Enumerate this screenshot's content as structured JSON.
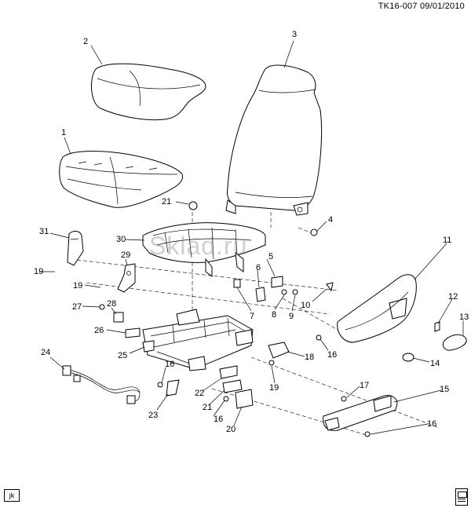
{
  "header": {
    "code": "TK16-007",
    "date": "09/01/2010"
  },
  "watermark": "Sklad.ru",
  "footer": {
    "left_tag": "jk"
  },
  "callouts": [
    {
      "id": "c1",
      "text": "1"
    },
    {
      "id": "c2",
      "text": "2"
    },
    {
      "id": "c3",
      "text": "3"
    },
    {
      "id": "c4",
      "text": "4"
    },
    {
      "id": "c5",
      "text": "5"
    },
    {
      "id": "c6",
      "text": "6"
    },
    {
      "id": "c7",
      "text": "7"
    },
    {
      "id": "c8",
      "text": "8"
    },
    {
      "id": "c9",
      "text": "9"
    },
    {
      "id": "c10",
      "text": "10"
    },
    {
      "id": "c11",
      "text": "11"
    },
    {
      "id": "c12",
      "text": "12"
    },
    {
      "id": "c13",
      "text": "13"
    },
    {
      "id": "c14",
      "text": "14"
    },
    {
      "id": "c15",
      "text": "15"
    },
    {
      "id": "c16a",
      "text": "16"
    },
    {
      "id": "c16b",
      "text": "16"
    },
    {
      "id": "c16c",
      "text": "16"
    },
    {
      "id": "c16d",
      "text": "16"
    },
    {
      "id": "c17",
      "text": "17"
    },
    {
      "id": "c18",
      "text": "18"
    },
    {
      "id": "c19a",
      "text": "19"
    },
    {
      "id": "c19b",
      "text": "19"
    },
    {
      "id": "c19c",
      "text": "19"
    },
    {
      "id": "c20",
      "text": "20"
    },
    {
      "id": "c21a",
      "text": "21"
    },
    {
      "id": "c21b",
      "text": "21"
    },
    {
      "id": "c22",
      "text": "22"
    },
    {
      "id": "c23",
      "text": "23"
    },
    {
      "id": "c24",
      "text": "24"
    },
    {
      "id": "c25",
      "text": "25"
    },
    {
      "id": "c26",
      "text": "26"
    },
    {
      "id": "c27",
      "text": "27"
    },
    {
      "id": "c28",
      "text": "28"
    },
    {
      "id": "c29",
      "text": "29"
    },
    {
      "id": "c30",
      "text": "30"
    },
    {
      "id": "c31",
      "text": "31"
    }
  ]
}
